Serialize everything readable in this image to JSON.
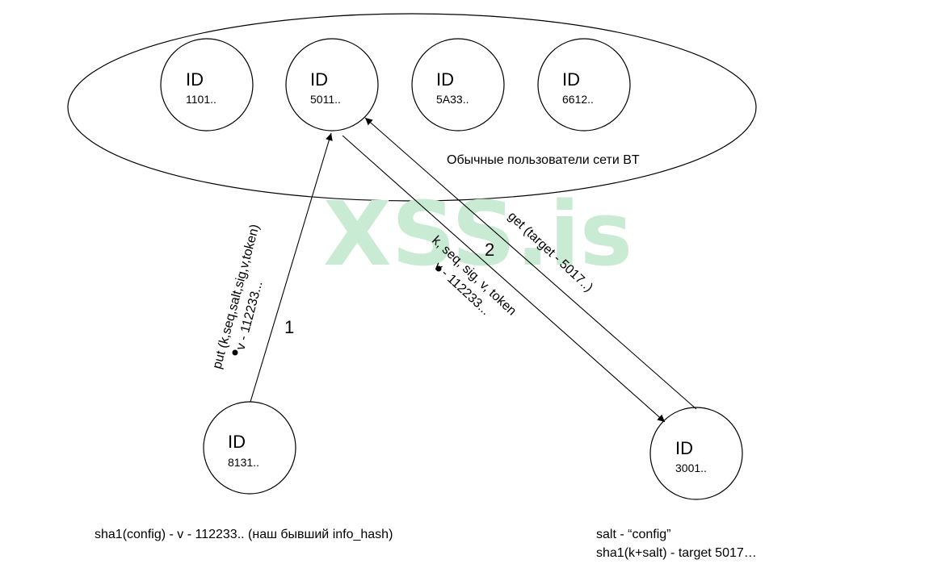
{
  "network": {
    "label": "Обычные пользователи сети BT",
    "nodes": [
      {
        "title": "ID",
        "value": "1101.."
      },
      {
        "title": "ID",
        "value": "5011.."
      },
      {
        "title": "ID",
        "value": "5A33.."
      },
      {
        "title": "ID",
        "value": "6612.."
      }
    ]
  },
  "outside_nodes": {
    "left": {
      "title": "ID",
      "value": "8131.."
    },
    "right": {
      "title": "ID",
      "value": "3001.."
    }
  },
  "edges": {
    "put": {
      "step": "1",
      "line1": "put (k,seq,salt,sig,v,token)",
      "line2": "v - 112233..."
    },
    "get": {
      "step": "2",
      "request": "get (target - 5017..)",
      "response_line1": "k, seq, sig, v, token",
      "response_line2": "v - 112233..."
    }
  },
  "notes": {
    "left": "sha1(config) - v - 112233.. (наш бывший info_hash)",
    "right_line1": "salt - “config”",
    "right_line2": "sha1(k+salt) - target 5017…"
  },
  "watermark": {
    "text": "XSS.is"
  },
  "colors": {
    "line": "#000000",
    "watermark": "#c9ebd3"
  }
}
